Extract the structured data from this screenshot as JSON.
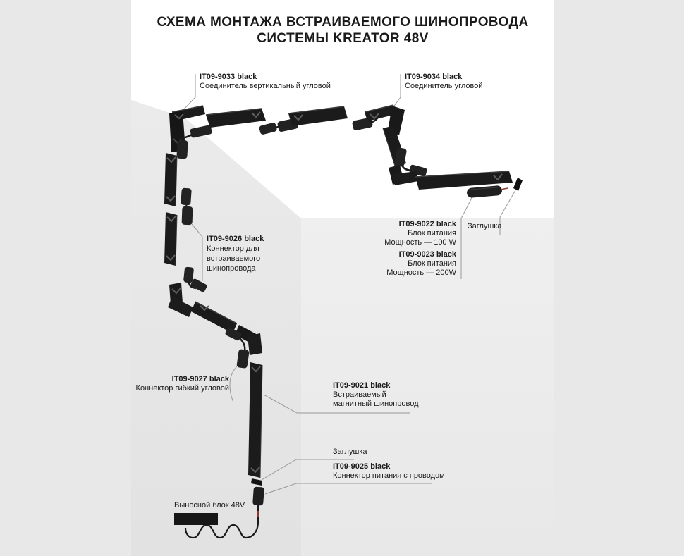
{
  "page": {
    "title_line1": "СХЕМА МОНТАЖА ВСТРАИВАЕМОГО ШИНОПРОВОДА",
    "title_line2": "СИСТЕМЫ KREATOR 48V"
  },
  "callouts": {
    "it9033": {
      "code": "IT09-9033 black",
      "line1": "Соединитель вертикальный угловой"
    },
    "it9034": {
      "code": "IT09-9034 black",
      "line1": "Соединитель угловой"
    },
    "it9026": {
      "code": "IT09-9026 black",
      "line1": "Коннектор для",
      "line2": "встраиваемого",
      "line3": "шинопровода"
    },
    "it9022": {
      "code": "IT09-9022 black",
      "line1": "Блок питания",
      "line2": "Мощность — 100 W"
    },
    "it9023": {
      "code": "IT09-9023 black",
      "line1": "Блок питания",
      "line2": "Мощность — 200W"
    },
    "cap_right": {
      "text": "Заглушка"
    },
    "it9027": {
      "code": "IT09-9027 black",
      "line1": "Коннектор гибкий угловой"
    },
    "it9021": {
      "code": "IT09-9021 black",
      "line1": "Встраиваемый",
      "line2": "магнитный шинопровод"
    },
    "cap_bottom": {
      "text": "Заглушка"
    },
    "it9025": {
      "code": "IT09-9025 black",
      "line1": "Коннектор питания с проводом"
    },
    "remote_block": {
      "text": "Выносной блок 48V"
    }
  },
  "colors": {
    "page_bg": "#e8e8e8",
    "card_bg": "#ffffff",
    "track_black": "#1b1b1b",
    "leader_gray": "#999999",
    "text": "#1a1a1a",
    "wire_red": "#8b3a2e"
  }
}
